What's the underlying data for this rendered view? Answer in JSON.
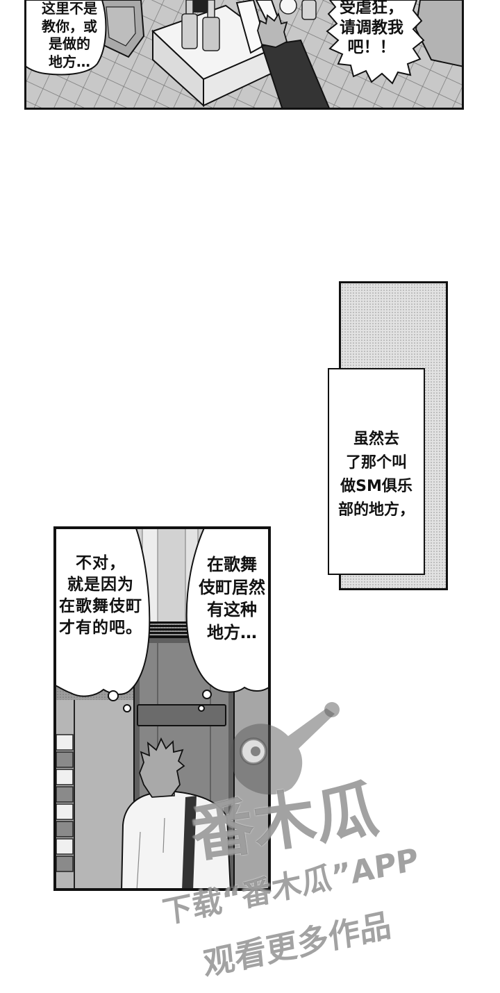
{
  "panel_top": {
    "bubble_left": {
      "lines": [
        "这里不是",
        "教你，或",
        "是做的",
        "地方…"
      ]
    },
    "bubble_right": {
      "lines": [
        "受虐狂，",
        "请调教我",
        "吧！！"
      ]
    }
  },
  "panel_middle": {
    "caption": {
      "lines": [
        "虽然去",
        "了那个叫",
        "做SM俱乐",
        "部的地方，"
      ]
    }
  },
  "panel_bottom": {
    "bubble_left": {
      "lines": [
        "不对，",
        "就是因为",
        "在歌舞伎町",
        "才有的吧。"
      ]
    },
    "bubble_right": {
      "lines": [
        "在歌舞",
        "伎町居然",
        "有这种",
        "地方…"
      ]
    }
  },
  "watermark": {
    "logo_text": "番木瓜",
    "line1": "下载“番木瓜”APP",
    "line2": "观看更多作品"
  }
}
